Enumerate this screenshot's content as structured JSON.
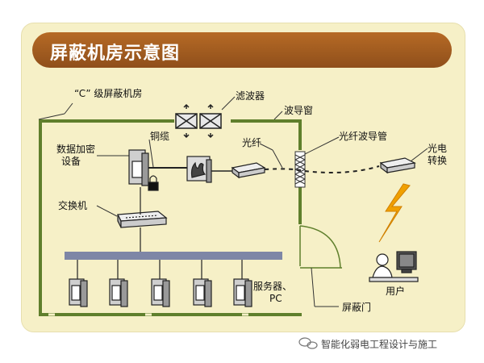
{
  "title": "屏蔽机房示意图",
  "labels": {
    "c_room": "“C” 级屏蔽机房",
    "filter": "滤波器",
    "waveguide_window": "波导窗",
    "copper_cable": "铜缆",
    "optical_fiber": "光纤",
    "fiber_waveguide_tube": "光纤波导管",
    "encryption_device_line1": "数据加密",
    "encryption_device_line2": "设备",
    "oe_converter_line1": "光电",
    "oe_converter_line2": "转换",
    "switch": "交换机",
    "servers_line1": "服务器、",
    "servers_line2": "PC",
    "user": "用户",
    "shield_door": "屏蔽门"
  },
  "watermark": "智能化弱电工程设计与施工",
  "colors": {
    "panel": "#f6f0c7",
    "banner": "#a35d22",
    "wall": "#5f7f2c",
    "bus": "#7e86a6",
    "lightning": "#f0a000"
  }
}
